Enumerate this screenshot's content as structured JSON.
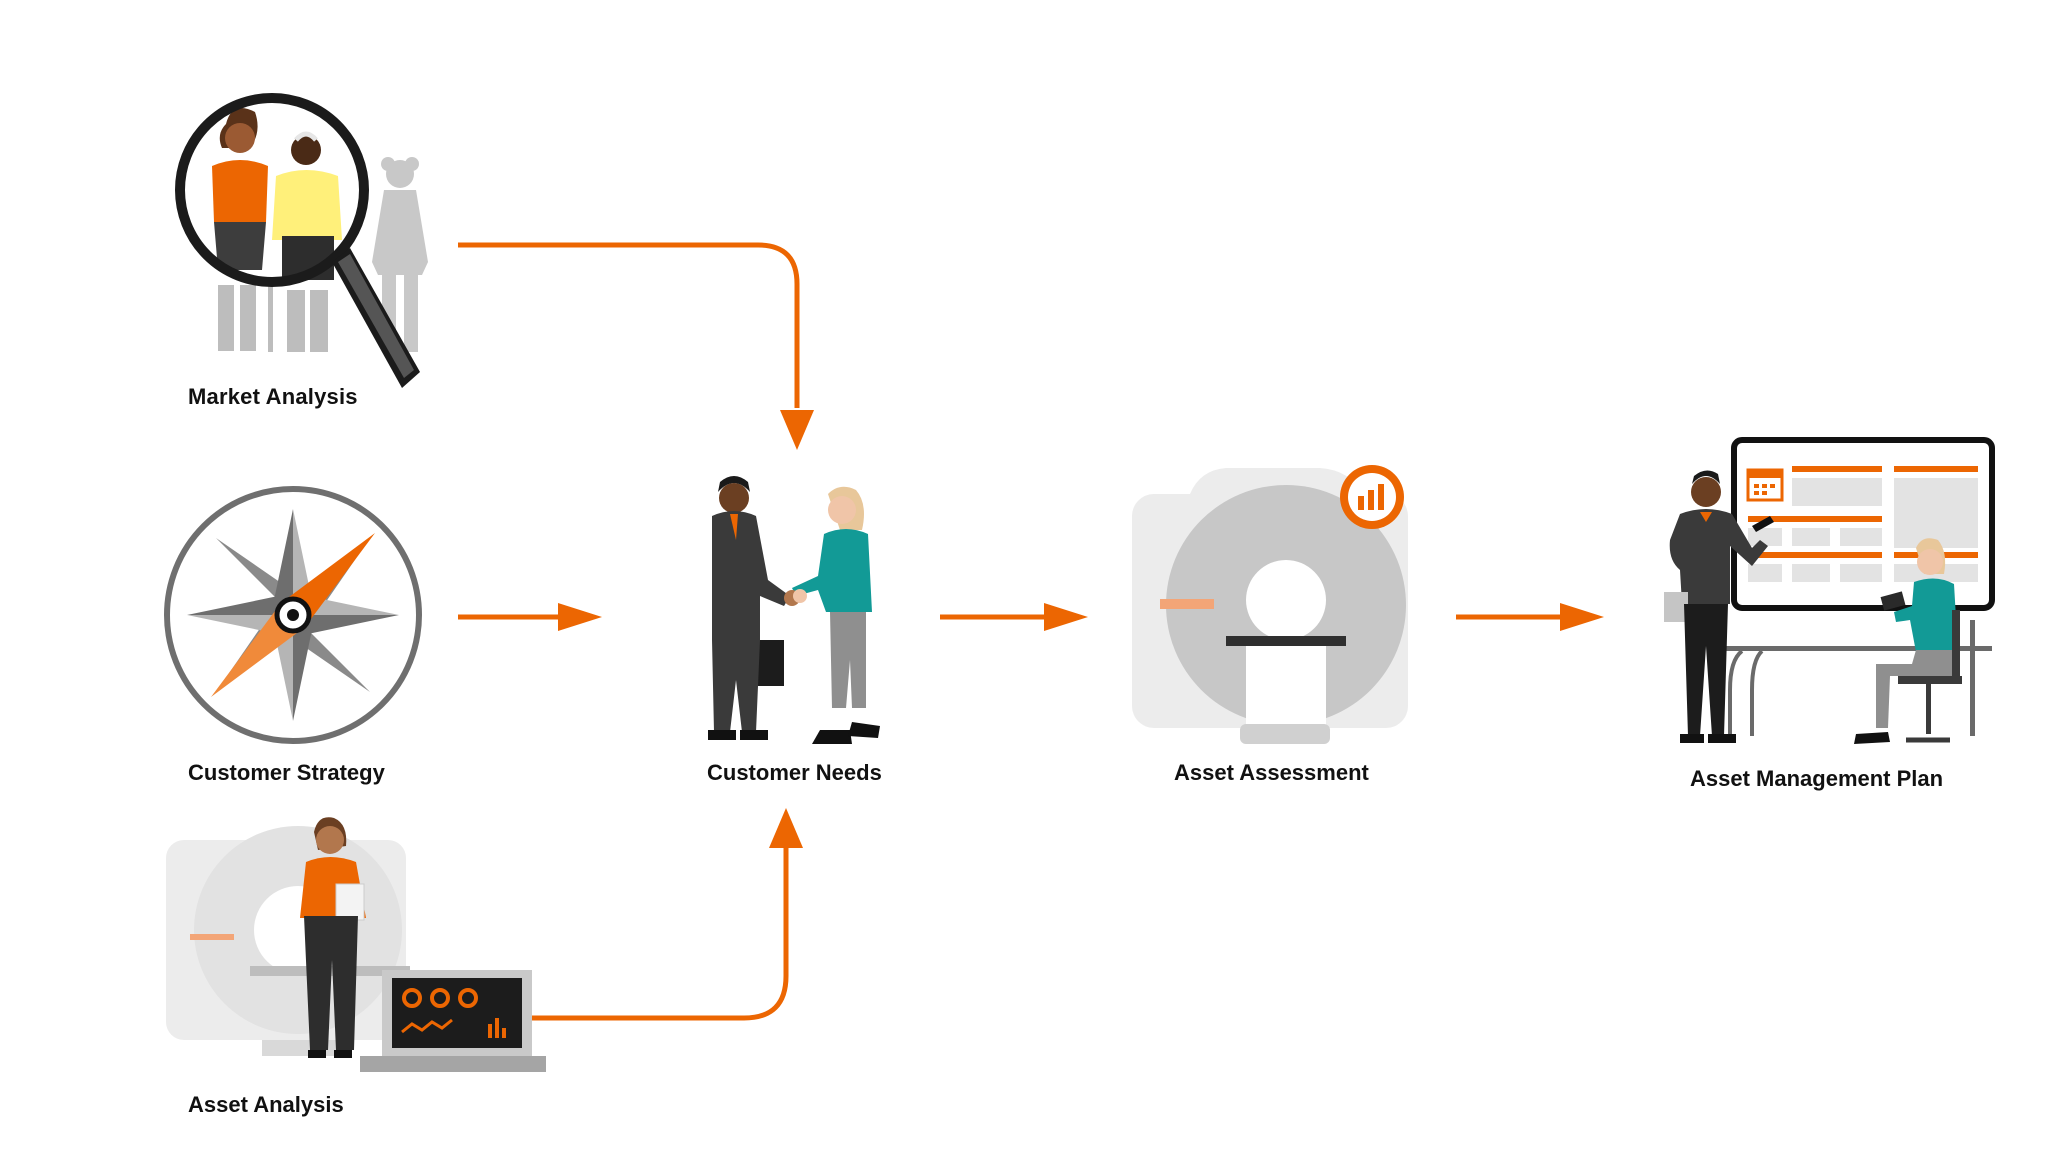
{
  "colors": {
    "accent": "#ec6602",
    "accent_light": "#f3a577",
    "gray_dark": "#3a3a3a",
    "gray_mid": "#a9a9a9",
    "gray_light": "#d6d6d6",
    "gray_lighter": "#ececec",
    "teal": "#129a96",
    "yellow": "#ffef7a",
    "skin_dark": "#6b3f22",
    "skin_mid": "#b2774d",
    "skin_light": "#f0c5a8"
  },
  "steps": {
    "market_analysis": "Market Analysis",
    "customer_strategy": "Customer Strategy",
    "asset_analysis": "Asset Analysis",
    "customer_needs": "Customer Needs",
    "asset_assessment": "Asset Assessment",
    "asset_management_plan": "Asset Management Plan"
  },
  "icons": {
    "market_analysis": "magnifier-over-people-icon",
    "customer_strategy": "compass-icon",
    "asset_analysis": "scanner-with-monitor-icon",
    "customer_needs": "handshake-icon",
    "asset_assessment": "scanner-with-chart-badge-icon",
    "asset_management_plan": "planning-board-meeting-icon"
  }
}
